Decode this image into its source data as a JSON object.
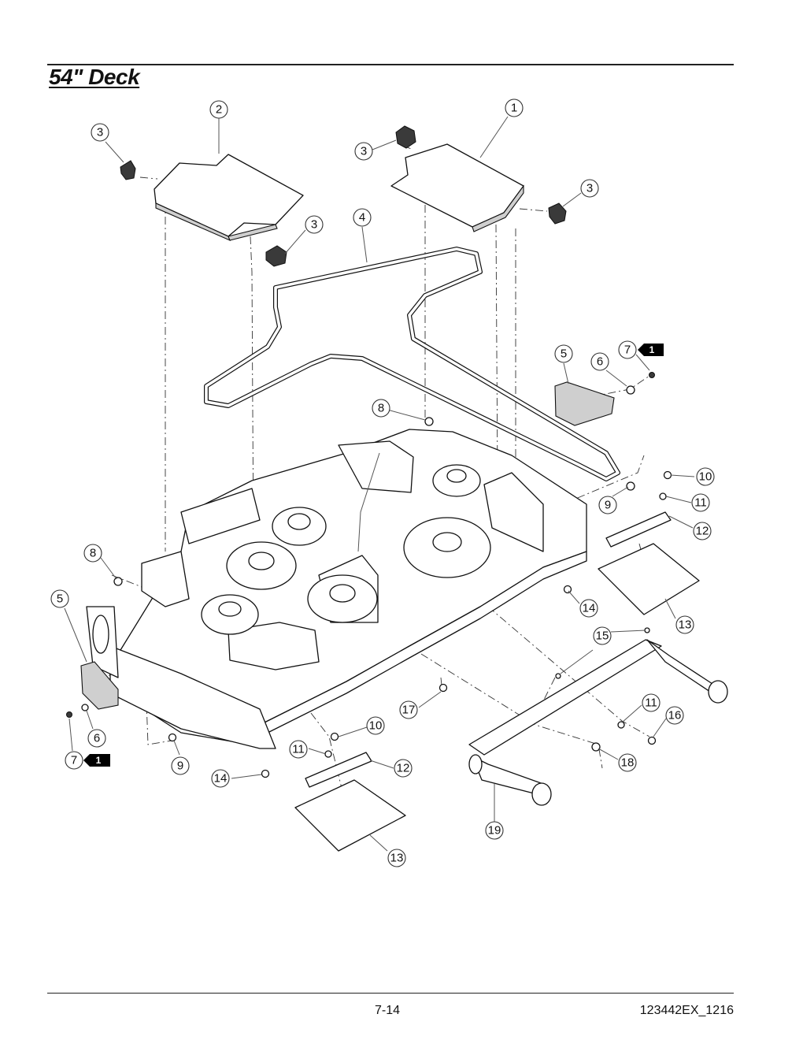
{
  "title": "54\" Deck",
  "footer": {
    "page_number": "7-14",
    "doc_code": "123442EX_1216"
  },
  "callouts": [
    "1",
    "2",
    "3",
    "3",
    "3",
    "3",
    "4",
    "5",
    "6",
    "7",
    "8",
    "9",
    "10",
    "11",
    "12",
    "13",
    "14",
    "8",
    "5",
    "6",
    "7",
    "9",
    "10",
    "11",
    "12",
    "13",
    "14",
    "15",
    "11",
    "16",
    "17",
    "18",
    "19"
  ],
  "note_tag": "1"
}
